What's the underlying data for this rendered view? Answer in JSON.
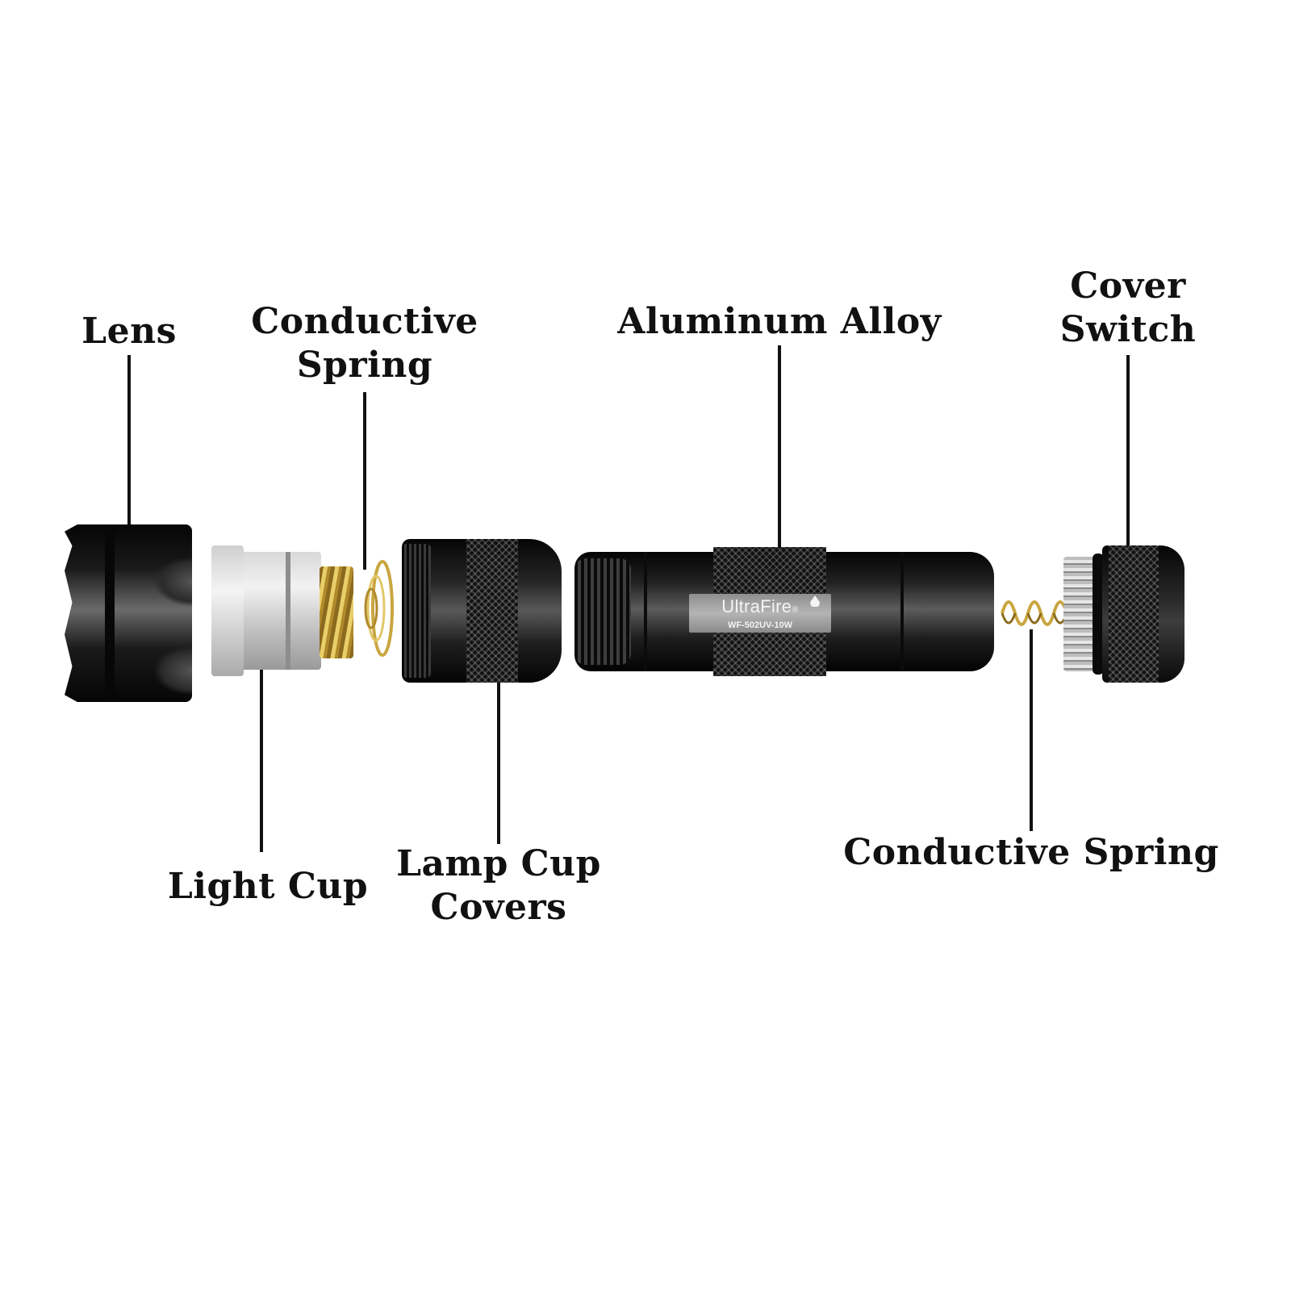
{
  "diagram": {
    "subject": "Exploded view of UV flashlight",
    "background_color": "#ffffff",
    "text_color": "#111111",
    "labels": [
      {
        "id": "lens",
        "lines": [
          "Lens"
        ]
      },
      {
        "id": "conductive-spring-front",
        "lines": [
          "Conductive",
          "Spring"
        ]
      },
      {
        "id": "aluminum-alloy",
        "lines": [
          "Aluminum Alloy"
        ]
      },
      {
        "id": "cover-switch",
        "lines": [
          "Cover",
          "Switch"
        ]
      },
      {
        "id": "light-cup",
        "lines": [
          "Light Cup"
        ]
      },
      {
        "id": "lamp-cup-covers",
        "lines": [
          "Lamp Cup",
          "Covers"
        ]
      },
      {
        "id": "conductive-spring-rear",
        "lines": [
          "Conductive Spring"
        ]
      }
    ],
    "product_plate": {
      "brand": "UltraFire",
      "registered_mark": "®",
      "model": "WF-502UV-10W"
    },
    "parts": [
      {
        "name": "lens-head",
        "color": "#111111"
      },
      {
        "name": "light-cup",
        "color": "#d8d8d8"
      },
      {
        "name": "brass-thread",
        "color": "#c9a640"
      },
      {
        "name": "front-spring",
        "color": "#d6b75a"
      },
      {
        "name": "lamp-cup-cover",
        "color": "#151515"
      },
      {
        "name": "aluminum-body",
        "color": "#151515"
      },
      {
        "name": "rear-spring",
        "color": "#d6b75a"
      },
      {
        "name": "tail-cap-switch",
        "color": "#151515"
      }
    ]
  }
}
